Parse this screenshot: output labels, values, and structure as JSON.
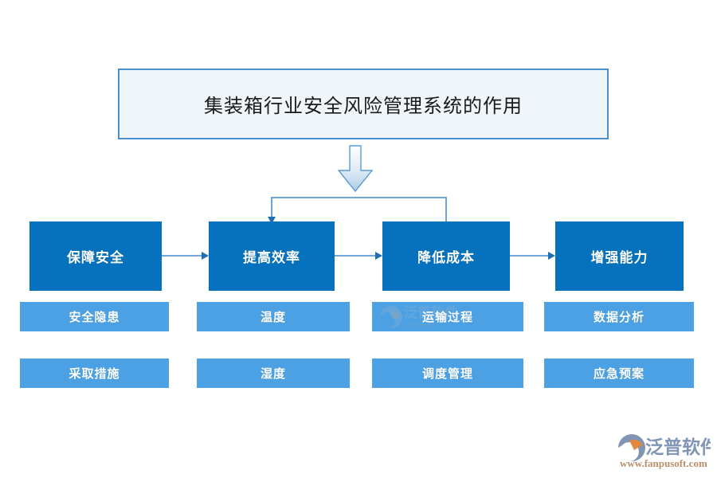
{
  "title": {
    "text": "集装箱行业安全风险管理系统的作用"
  },
  "colors": {
    "title_fill": "#eff5f8",
    "title_border": "#4a90cf",
    "main_box": "#0672bd",
    "sub_box": "#4ba1e3",
    "connector": "#5b9bd5",
    "arrow_head": "#1f6fb2",
    "block_arrow_fill_top": "#ffffff",
    "block_arrow_fill_bottom": "#b9d4ea",
    "brand_blue": "#7f96b8",
    "brand_orange": "#e2883c"
  },
  "flow": {
    "arrow_down_icon": "block-down-arrow-icon",
    "stages": [
      {
        "id": "stage-1",
        "label": "保障安全",
        "sub": [
          "安全隐患",
          "采取措施"
        ]
      },
      {
        "id": "stage-2",
        "label": "提高效率",
        "sub": [
          "温度",
          "湿度"
        ]
      },
      {
        "id": "stage-3",
        "label": "降低成本",
        "sub": [
          "运输过程",
          "调度管理"
        ]
      },
      {
        "id": "stage-4",
        "label": "增强能力",
        "sub": [
          "数据分析",
          "应急预案"
        ]
      }
    ]
  },
  "brand": {
    "name": "泛普软件",
    "url": "www.fanpusoft.com",
    "mark_icon": "fanpu-swirl-logo-icon",
    "watermark_icon": "fanpu-watermark-icon"
  }
}
